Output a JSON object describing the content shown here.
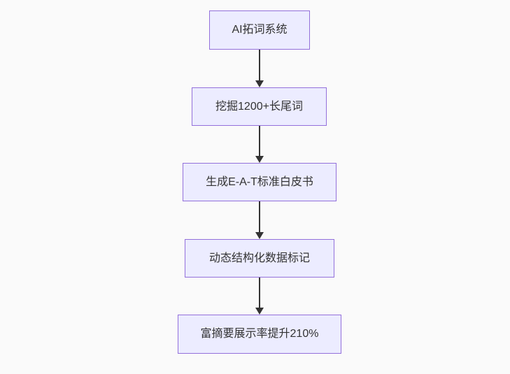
{
  "flowchart": {
    "type": "flowchart",
    "direction": "top-down",
    "nodes": [
      {
        "label": "AI拓词系统"
      },
      {
        "label": "挖掘1200+长尾词"
      },
      {
        "label": "生成E-A-T标准白皮书"
      },
      {
        "label": "动态结构化数据标记"
      },
      {
        "label": "富摘要展示率提升210%"
      }
    ],
    "edges": [
      {
        "from": 0,
        "to": 1
      },
      {
        "from": 1,
        "to": 2
      },
      {
        "from": 2,
        "to": 3
      },
      {
        "from": 3,
        "to": 4
      }
    ],
    "colors": {
      "node_fill": "#ECECFF",
      "node_border": "#9370DB",
      "edge_line": "#333333",
      "text": "#333333",
      "background": "#fafafa"
    }
  }
}
